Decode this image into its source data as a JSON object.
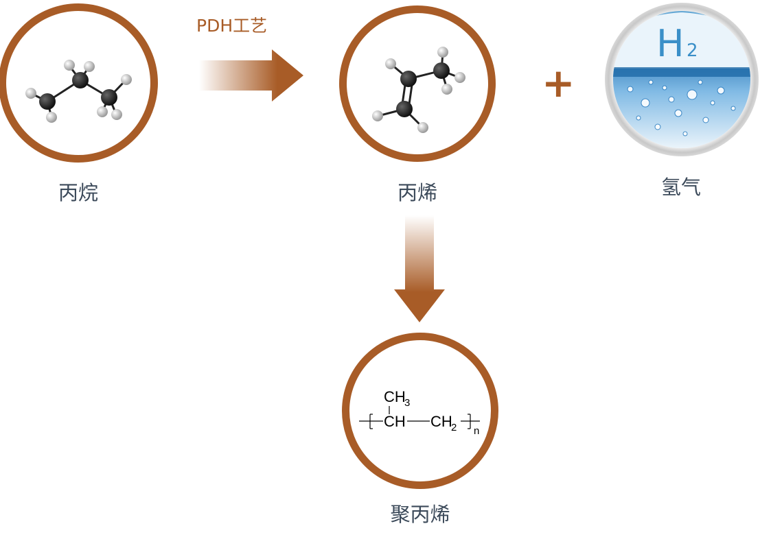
{
  "nodes": {
    "propane": {
      "label": "丙烷"
    },
    "propylene": {
      "label": "丙烯"
    },
    "hydrogen": {
      "label": "氢气",
      "symbol": "H",
      "subscript": "2"
    },
    "polypropylene": {
      "label": "聚丙烯",
      "formula": {
        "top": "CH",
        "top_sub": "3",
        "main": "CH",
        "right": "CH",
        "right_sub": "2",
        "repeat": "n"
      }
    }
  },
  "process": {
    "label": "PDH工艺"
  },
  "operator": {
    "plus": "+"
  },
  "colors": {
    "accent": "#a85c27",
    "label": "#3c4a5a",
    "carbon": "#222222",
    "hydrogen": "#c8c8c8",
    "water": "#3a8fc8"
  }
}
